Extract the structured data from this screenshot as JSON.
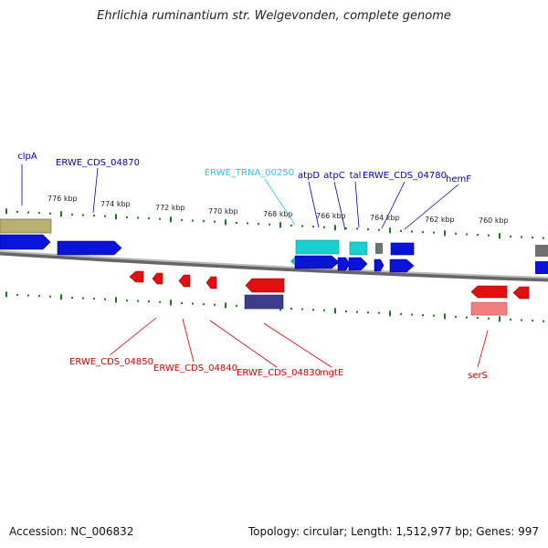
{
  "title": "Ehrlichia ruminantium str. Welgevonden, complete genome",
  "footer": {
    "accession": "Accession: NC_006832",
    "summary": "Topology: circular; Length: 1,512,977 bp; Genes: 997"
  },
  "ticks": [
    "776 kbp",
    "774 kbp",
    "772 kbp",
    "770 kbp",
    "768 kbp",
    "766 kbp",
    "764 kbp",
    "762 kbp",
    "760 kbp"
  ],
  "colors": {
    "forward_cds": "#0a14d8",
    "reverse_cds": "#e01010",
    "trna": "#19cfd0",
    "rrna_olive": "#b8b070",
    "misc_gray": "#707070",
    "misc_navy": "#3c3c8c",
    "pink": "#f08080",
    "backbone": "#888888",
    "tick_green": "#1a7a1a",
    "label_forward": "#0000b0",
    "label_reverse": "#cc0000",
    "label_trna": "#30c0e0"
  },
  "labels": {
    "forward": [
      "clpA",
      "ERWE_CDS_04870",
      "atpD",
      "atpC",
      "tal",
      "ERWE_CDS_04780",
      "hemF"
    ],
    "trna": [
      "ERWE_TRNA_00250"
    ],
    "reverse": [
      "ERWE_CDS_04850",
      "ERWE_CDS_04840",
      "ERWE_CDS_04830",
      "mgtE",
      "serS"
    ]
  }
}
